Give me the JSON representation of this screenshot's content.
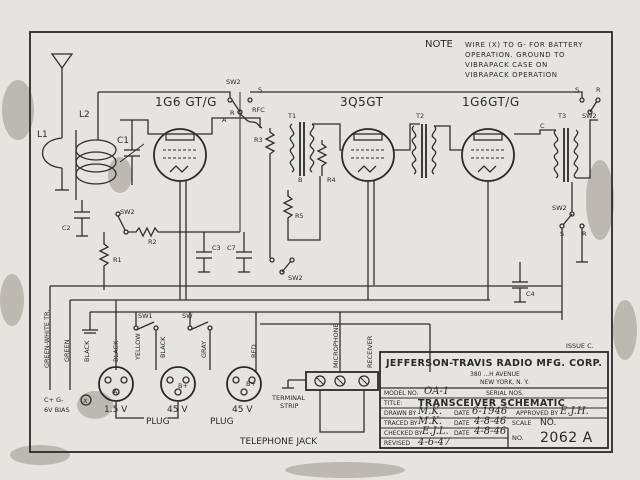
{
  "note": {
    "heading": "NOTE",
    "lines": [
      "WIRE (X) TO G- FOR BATTERY",
      "OPERATION. GROUND TO",
      "VIBRAPACK CASE ON",
      "VIBRAPACK OPERATION"
    ]
  },
  "tubes": [
    "1G6 GT/G",
    "3Q5GT",
    "1G6GT/G"
  ],
  "components": {
    "L1": "L1",
    "L2": "L2",
    "C1": "C1",
    "C2": "C2",
    "C3": "C3",
    "C4": "C4",
    "C7": "C7",
    "R1": "R1",
    "R2": "R2",
    "R3": "R3",
    "R4": "R4",
    "R5": "R5",
    "T1": "T1",
    "T2": "T2",
    "T3": "T3",
    "RFC": "RFC",
    "SW1": "SW1",
    "SW2": "SW2",
    "SW2b": "SW2",
    "SW2c": "SW2",
    "SW2d": "SW2",
    "SW2e": "SW2",
    "SWb": "SW",
    "R_a": "R",
    "S_a": "S",
    "S_b": "S",
    "R_b": "R",
    "S_c": "S",
    "R_c": "R",
    "A": "A",
    "B": "B",
    "C": "C"
  },
  "wire_colors": [
    "GREEN-WHITE TR.",
    "GREEN",
    "BLACK",
    "BLACK",
    "YELLOW",
    "BLACK",
    "GRAY",
    "RED"
  ],
  "battery": {
    "terminals": "C+  G-",
    "x_mark": "X",
    "bias": "6V BIAS",
    "plug1_voltage": "1.5 V",
    "plug1_pin": "A-",
    "plug2_voltage": "45 V",
    "plug2_pin": "B+",
    "plug3_voltage": "45 V",
    "plug3_pin": "B+",
    "plug_label": "PLUG",
    "plug2_label": "PLUG"
  },
  "jacks": {
    "microphone": "MICROPHONE",
    "receiver": "RECEIVER",
    "terminal_strip": "TERMINAL\nSTRIP",
    "telephone_jack": "TELEPHONE JACK"
  },
  "title_block": {
    "issue": "ISSUE C.",
    "company": "JEFFERSON-TRAVIS RADIO MFG. CORP.",
    "address1": "380 ...H AVENUE",
    "address2": "NEW YORK, N. Y.",
    "model_label": "MODEL NO.",
    "model_value": "OA-1",
    "serial_label": "SERIAL NOS.",
    "title_label": "TITLE:",
    "title_value": "TRANSCEIVER SCHEMATIC",
    "drawn_label": "DRAWN BY",
    "drawn_value": "M.K.",
    "drawn_date_label": "DATE",
    "drawn_date": "6-1946",
    "approved_label": "APPROVED BY",
    "approved_value": "E.J.H.",
    "traced_label": "TRACED BY",
    "traced_value": "M.K.",
    "traced_date_label": "DATE",
    "traced_date": "4-8-46",
    "scale_label": "SCALE",
    "scale_value": "NO.",
    "checked_label": "CHECKED BY",
    "checked_value": "E.J.L.",
    "checked_date_label": "DATE",
    "checked_date": "4-8-46",
    "revised_label": "REVISED",
    "revised_value": "4-6-47",
    "number_label": "NO.",
    "number_value": "2062 A"
  }
}
